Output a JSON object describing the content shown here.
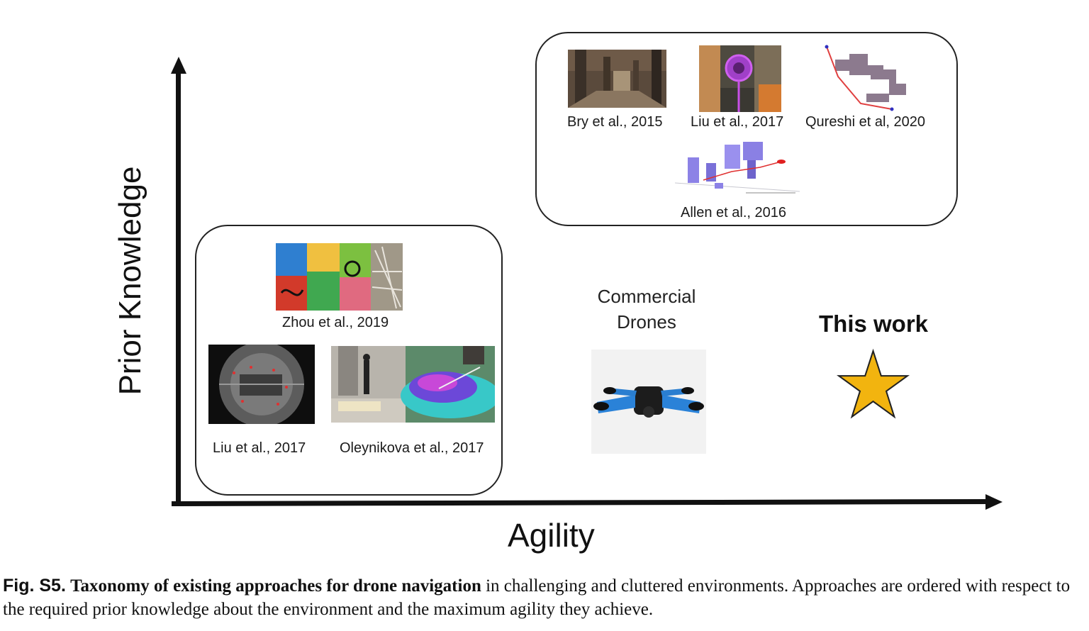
{
  "axes": {
    "y_label": "Prior Knowledge",
    "x_label": "Agility"
  },
  "top_group": {
    "items": [
      {
        "label": "Bry et al., 2015"
      },
      {
        "label": "Liu et al., 2017"
      },
      {
        "label": "Qureshi et al, 2020"
      },
      {
        "label": "Allen et al., 2016"
      }
    ]
  },
  "left_group": {
    "items": [
      {
        "label": "Zhou et al., 2019"
      },
      {
        "label": "Liu et al., 2017"
      },
      {
        "label": "Oleynikova et al., 2017"
      }
    ]
  },
  "commercial": {
    "line1": "Commercial",
    "line2": "Drones"
  },
  "this_work": {
    "label": "This work",
    "icon": "star-icon",
    "color": "#f2b40f"
  },
  "caption": {
    "figno": "Fig. S5.",
    "bold": "Taxonomy of existing approaches for drone navigation",
    "rest": "in challenging and cluttered environments. Approaches are ordered with respect to the required prior knowledge about the environment and the maximum agility they achieve."
  }
}
